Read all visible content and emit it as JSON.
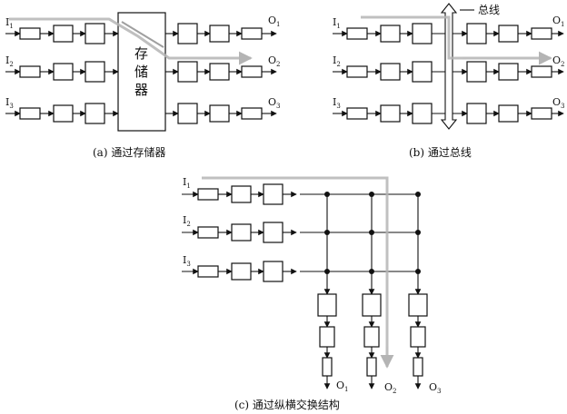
{
  "panel_a": {
    "caption": "(a) 通过存储器",
    "memory_label": [
      "存",
      "储",
      "器"
    ],
    "inputs": [
      "I",
      "I",
      "I"
    ],
    "input_subs": [
      "1",
      "2",
      "3"
    ],
    "outputs": [
      "O",
      "O",
      "O"
    ],
    "output_subs": [
      "1",
      "2",
      "3"
    ]
  },
  "panel_b": {
    "caption": "(b) 通过总线",
    "bus_label": "总线",
    "inputs": [
      "I",
      "I",
      "I"
    ],
    "input_subs": [
      "1",
      "2",
      "3"
    ],
    "outputs": [
      "O",
      "O",
      "O"
    ],
    "output_subs": [
      "1",
      "2",
      "3"
    ]
  },
  "panel_c": {
    "caption": "(c) 通过纵横交换结构",
    "inputs": [
      "I",
      "I",
      "I"
    ],
    "input_subs": [
      "1",
      "2",
      "3"
    ],
    "outputs": [
      "O",
      "O",
      "O"
    ],
    "output_subs": [
      "1",
      "2",
      "3"
    ]
  },
  "colors": {
    "line": "#111111",
    "highlight": "#b5b5b5",
    "highlight_dark": "#9a9a9a"
  }
}
